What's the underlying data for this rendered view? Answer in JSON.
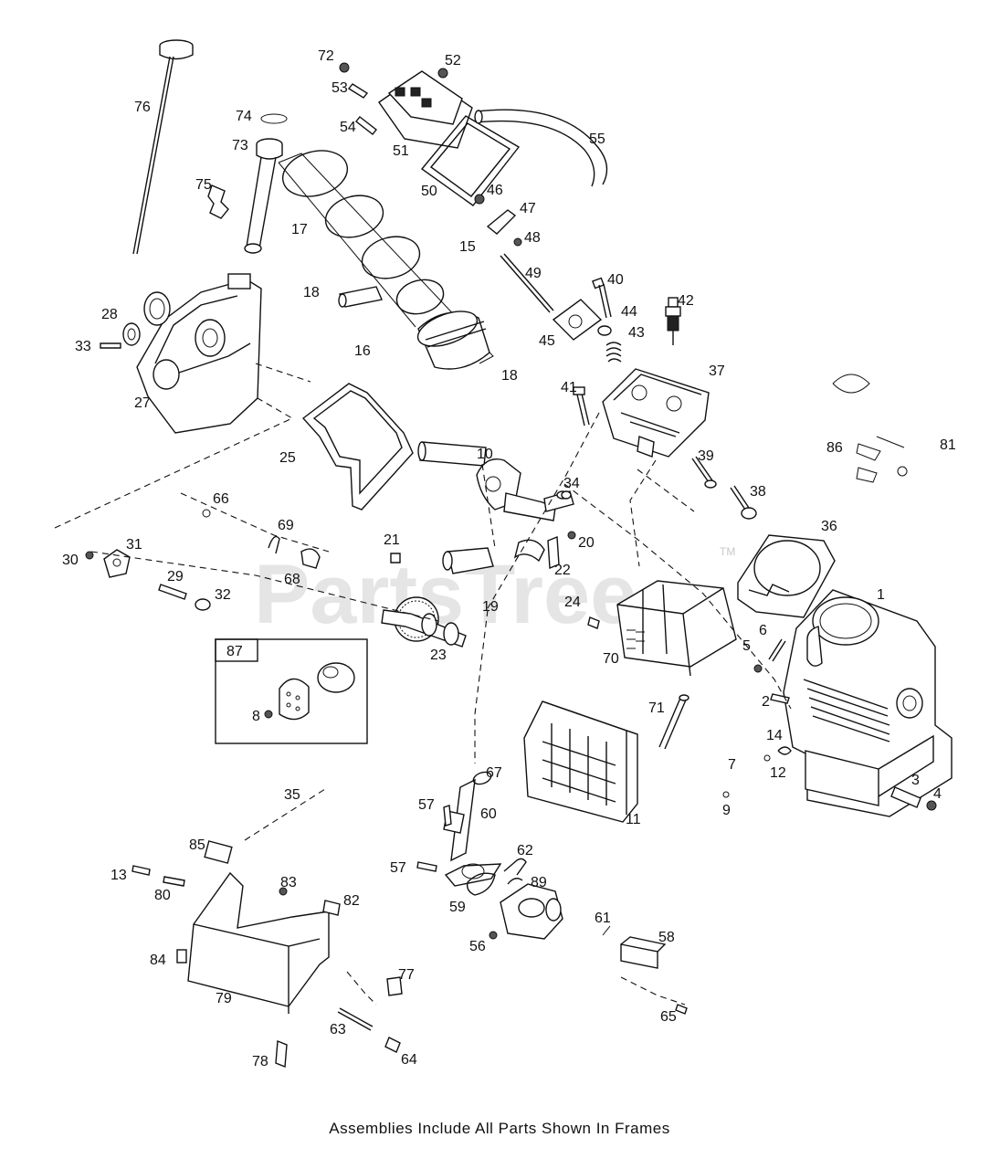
{
  "watermark": "PartsTree",
  "watermark_tm": "TM",
  "caption": "Assemblies Include All Parts Shown In Frames",
  "frame": {
    "label": "87"
  },
  "part_labels": [
    "76",
    "72",
    "52",
    "53",
    "74",
    "54",
    "55",
    "73",
    "51",
    "50",
    "46",
    "47",
    "48",
    "75",
    "17",
    "15",
    "49",
    "40",
    "42",
    "18",
    "44",
    "45",
    "43",
    "28",
    "33",
    "16",
    "18",
    "41",
    "37",
    "27",
    "10",
    "86",
    "81",
    "25",
    "39",
    "34",
    "38",
    "66",
    "69",
    "21",
    "20",
    "36",
    "30",
    "31",
    "22",
    "68",
    "29",
    "32",
    "24",
    "1",
    "19",
    "6",
    "5",
    "23",
    "70",
    "8",
    "2",
    "71",
    "14",
    "12",
    "7",
    "67",
    "3",
    "4",
    "9",
    "35",
    "57",
    "60",
    "11",
    "85",
    "62",
    "13",
    "83",
    "57",
    "89",
    "80",
    "82",
    "59",
    "61",
    "58",
    "56",
    "84",
    "77",
    "79",
    "65",
    "63",
    "78",
    "64"
  ]
}
